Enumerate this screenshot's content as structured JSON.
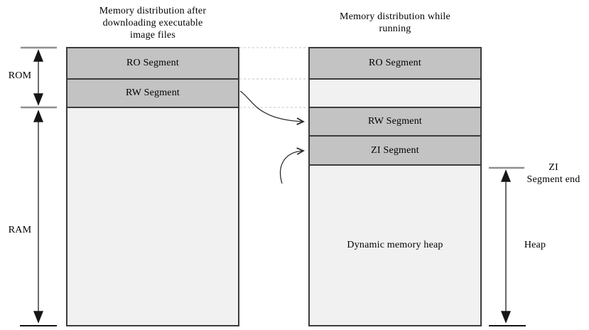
{
  "diagram": {
    "titles": {
      "left": [
        "Memory distribution after",
        "downloading executable",
        "image files"
      ],
      "right": [
        "Memory distribution while",
        "running"
      ]
    },
    "left_column": {
      "ro_label": "RO Segment",
      "rw_label": "RW Segment"
    },
    "right_column": {
      "ro_label": "RO Segment",
      "rw_label": "RW Segment",
      "zi_label": "ZI Segment",
      "heap_label": "Dynamic memory heap"
    },
    "side_labels": {
      "rom": "ROM",
      "ram": "RAM",
      "heap": "Heap",
      "zi_end": [
        "ZI",
        "Segment end"
      ]
    },
    "colors": {
      "segment_dark": "#c3c3c3",
      "segment_light": "#f1f1f1",
      "column_border": "#3c3c3c",
      "dashed_line": "#c4c4c4",
      "tick_gray": "#8f8f8f",
      "tick_black": "#161616",
      "arrow_line": "#6b6b6b",
      "arrow_head": "#161616",
      "curve_line": "#2e2e2e",
      "text": "#000000"
    }
  }
}
